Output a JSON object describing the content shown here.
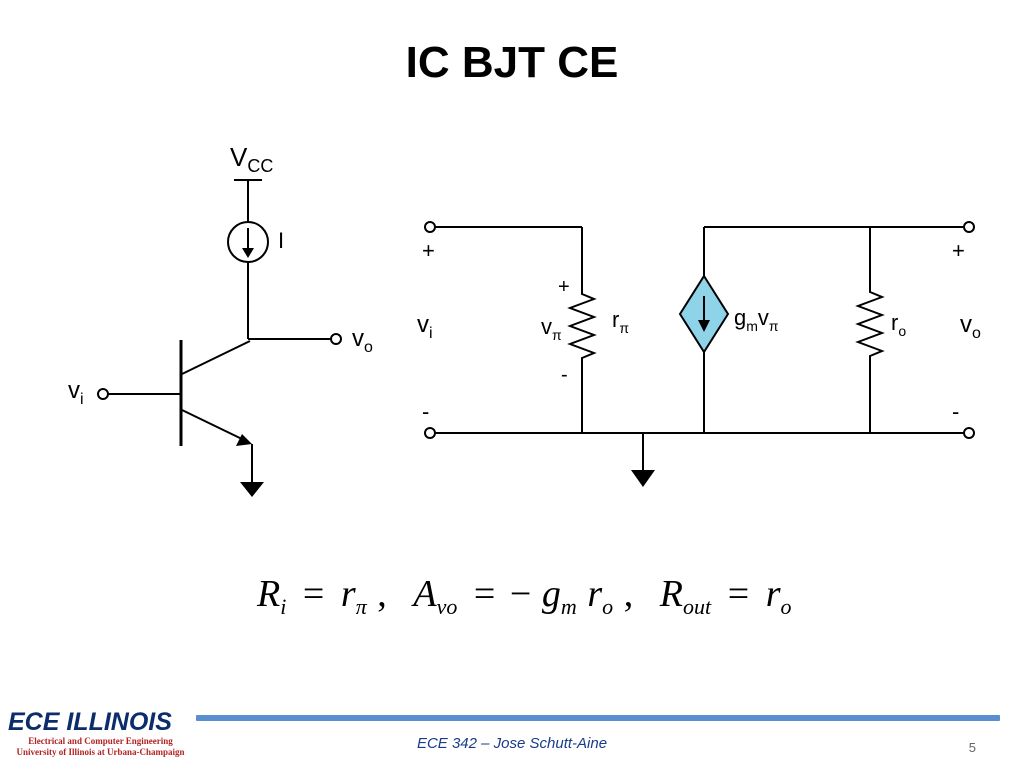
{
  "slide": {
    "title": "IC BJT CE",
    "footer_text": "ECE 342 – Jose Schutt-Aine",
    "page_number": "5",
    "logo": {
      "main": "ECE ILLINOIS",
      "line1": "Electrical and Computer Engineering",
      "line2": "University of Illinois at Urbana-Champaign"
    },
    "colors": {
      "accent_bar": "#5b8ed1",
      "logo_text": "#0b2d6b",
      "logo_subtext": "#b22222",
      "source_fill": "#8fd3e8"
    }
  },
  "circuit_left": {
    "vcc_main": "V",
    "vcc_sub": "CC",
    "current_label": "I",
    "vo_main": "v",
    "vo_sub": "o",
    "vi_main": "v",
    "vi_sub": "i"
  },
  "circuit_right": {
    "plus_in": "+",
    "minus_in": "-",
    "plus_out": "+",
    "minus_out": "-",
    "vi_main": "v",
    "vi_sub": "i",
    "vpi_plus": "+",
    "vpi_minus": "-",
    "vpi_main": "v",
    "vpi_sub": "π",
    "rpi_main": "r",
    "rpi_sub": "π",
    "gm_main": "g",
    "gm_sub": "m",
    "gm_v": "v",
    "gm_vsub": "π",
    "ro_main": "r",
    "ro_sub": "o",
    "vo_main": "v",
    "vo_sub": "o"
  },
  "equation": {
    "ri": "R",
    "ri_sub": "i",
    "eq1": "=",
    "rpi": "r",
    "rpi_sub": "π",
    "c1": ",",
    "avo": "A",
    "avo_sub": "vo",
    "eq2": "=",
    "neg": "−",
    "gm": "g",
    "gm_sub": "m",
    "ro1": "r",
    "ro1_sub": "o",
    "c2": ",",
    "rout": "R",
    "rout_sub": "out",
    "eq3": "=",
    "ro2": "r",
    "ro2_sub": "o"
  }
}
